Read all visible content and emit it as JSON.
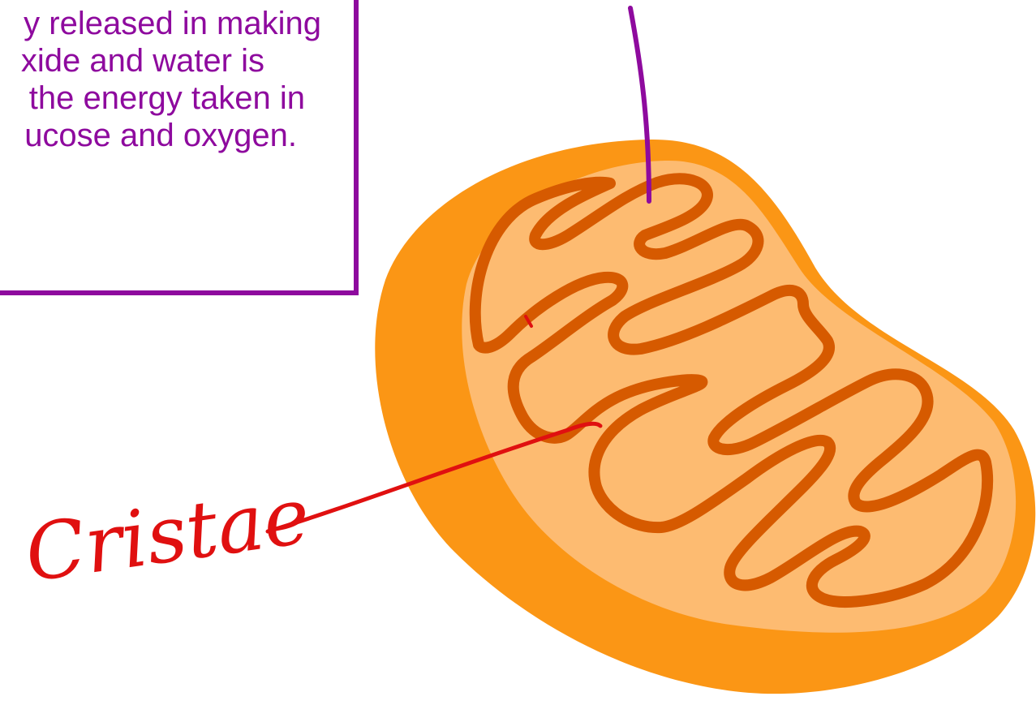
{
  "text_box": {
    "lines": [
      "y released in making",
      "xide and water is",
      "the energy taken in",
      "ucose and oxygen."
    ]
  },
  "labels": {
    "cristae": "Cristae"
  },
  "colors": {
    "box_border": "#8e0a9e",
    "box_text": "#8e0a9e",
    "outer_membrane": "#fb9615",
    "inner_matrix": "#fdbb71",
    "cristae_stroke": "#d65a00",
    "pointer_purple": "#8e0a9e",
    "annotation_red": "#e01010"
  }
}
